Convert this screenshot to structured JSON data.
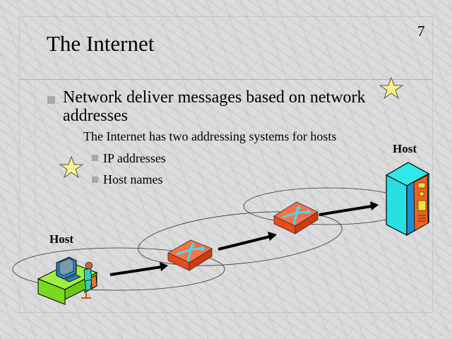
{
  "slide": {
    "title": "The Internet",
    "page_number": "7",
    "bullets": [
      {
        "level": 1,
        "text": "Network deliver messages based on network addresses"
      },
      {
        "level": 2,
        "text": "The Internet has two addressing systems for hosts"
      },
      {
        "level": 3,
        "text": "IP addresses"
      },
      {
        "level": 3,
        "text": "Host names"
      }
    ]
  },
  "diagram": {
    "left_host_label": "Host",
    "right_host_label": "Host",
    "nodes": [
      "host-workstation",
      "router",
      "router",
      "host-server"
    ],
    "colors": {
      "router_top": "#f9704a",
      "router_side": "#e84a1a",
      "router_arrows": "#3ee0f0",
      "server_body": "#2ae4e4",
      "server_panel": "#f06020",
      "desk": "#8cf23c",
      "star": "#f8f48c"
    }
  }
}
